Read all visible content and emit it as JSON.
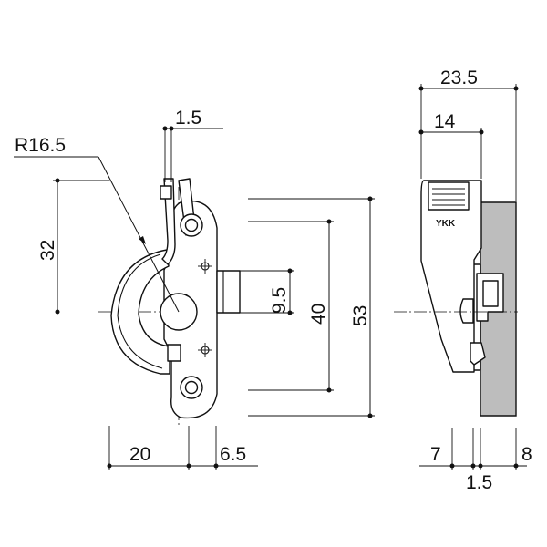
{
  "colors": {
    "line": "#111111",
    "body_fill": "#ffffff",
    "frame_fill": "#bdbdbd"
  },
  "front_view": {
    "radius_label": "R16.5",
    "gap_label": "1.5",
    "height_to_center_label": "32",
    "width_left_label": "20",
    "width_right_label": "6.5",
    "strike_label": "9.5",
    "hole_pitch_label": "40",
    "overall_height_label": "53"
  },
  "side_view": {
    "brand_logo": "YKK",
    "overall_depth_label": "23.5",
    "body_depth_label": "14",
    "left_offset_label": "7",
    "spacer_label": "1.5",
    "frame_label": "8"
  }
}
